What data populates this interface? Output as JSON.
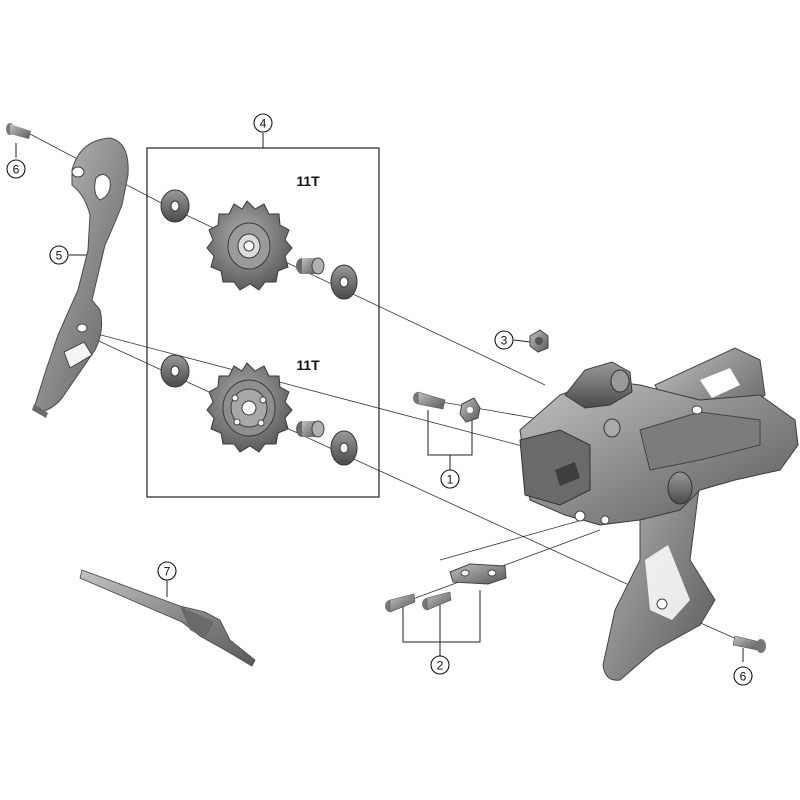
{
  "callouts": {
    "c1": "1",
    "c2": "2",
    "c3": "3",
    "c4": "4",
    "c5": "5",
    "c6a": "6",
    "c6b": "6",
    "c7": "7"
  },
  "pulley_labels": {
    "upper": "11T",
    "lower": "11T"
  },
  "colors": {
    "metal": "#8a8a8a",
    "metal_dark": "#5e5e5e",
    "metal_light": "#b4b4b4",
    "line": "#333333"
  }
}
